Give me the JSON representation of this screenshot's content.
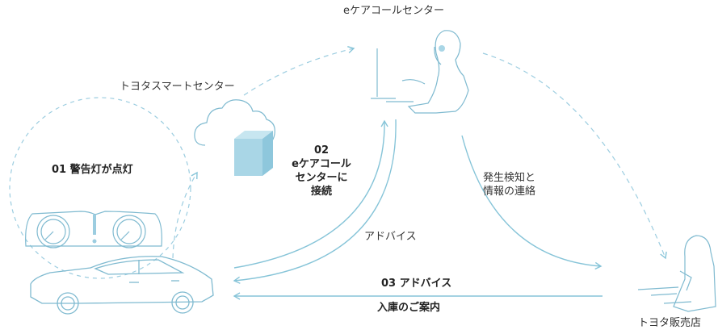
{
  "nodes": {
    "call_center": "eケアコールセンター",
    "smart_center": "トヨタスマートセンター",
    "dealer": "トヨタ販売店"
  },
  "steps": {
    "s01": "01 警告灯が点灯",
    "s02_line1": "02",
    "s02_line2": "eケアコール",
    "s02_line3": "センターに",
    "s02_line4": "接続",
    "s03": "03 アドバイス",
    "s03_sub": "入庫のご案内"
  },
  "flows": {
    "advice": "アドバイス",
    "detect_line1": "発生検知と",
    "detect_line2": "情報の連絡"
  },
  "colors": {
    "line": "#86c4d8",
    "dash": "#9ccde0",
    "icon_fill": "#a9d6e6",
    "text": "#2b2b2b"
  }
}
